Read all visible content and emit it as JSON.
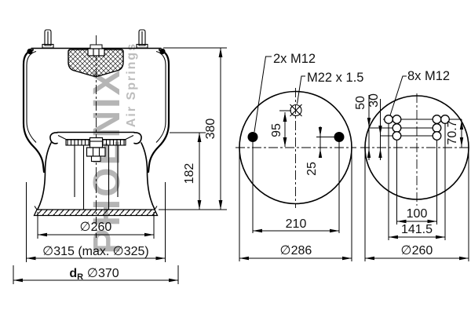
{
  "colors": {
    "line": "#000000",
    "watermark": "#b5b5b5",
    "background": "#ffffff"
  },
  "watermark": {
    "brand": "PHOENIX",
    "tagline": "Air Springs"
  },
  "side_view": {
    "dim_height_total": "380",
    "dim_height_piston": "182",
    "dim_dia_piston": "∅260",
    "dim_dia_bellows": "∅315 (max. ∅325)",
    "dim_dia_design_prefix": "d",
    "dim_dia_design_subscript": "R",
    "dim_dia_design_value": "∅370"
  },
  "top_view": {
    "label_studs": "2x M12",
    "label_air_fitting": "M22 x 1.5",
    "dim_fitting_offset": "95",
    "dim_stud_offset": "25",
    "dim_stud_spacing": "210",
    "dim_plate_dia": "∅286"
  },
  "bottom_view": {
    "label_holes": "8x M12",
    "dim_row_upper": "50",
    "dim_row_lower": "30",
    "dim_row_top": "70.7",
    "dim_hole_spacing_inner": "100",
    "dim_hole_spacing_outer": "141.5",
    "dim_plate_dia": "∅260"
  }
}
